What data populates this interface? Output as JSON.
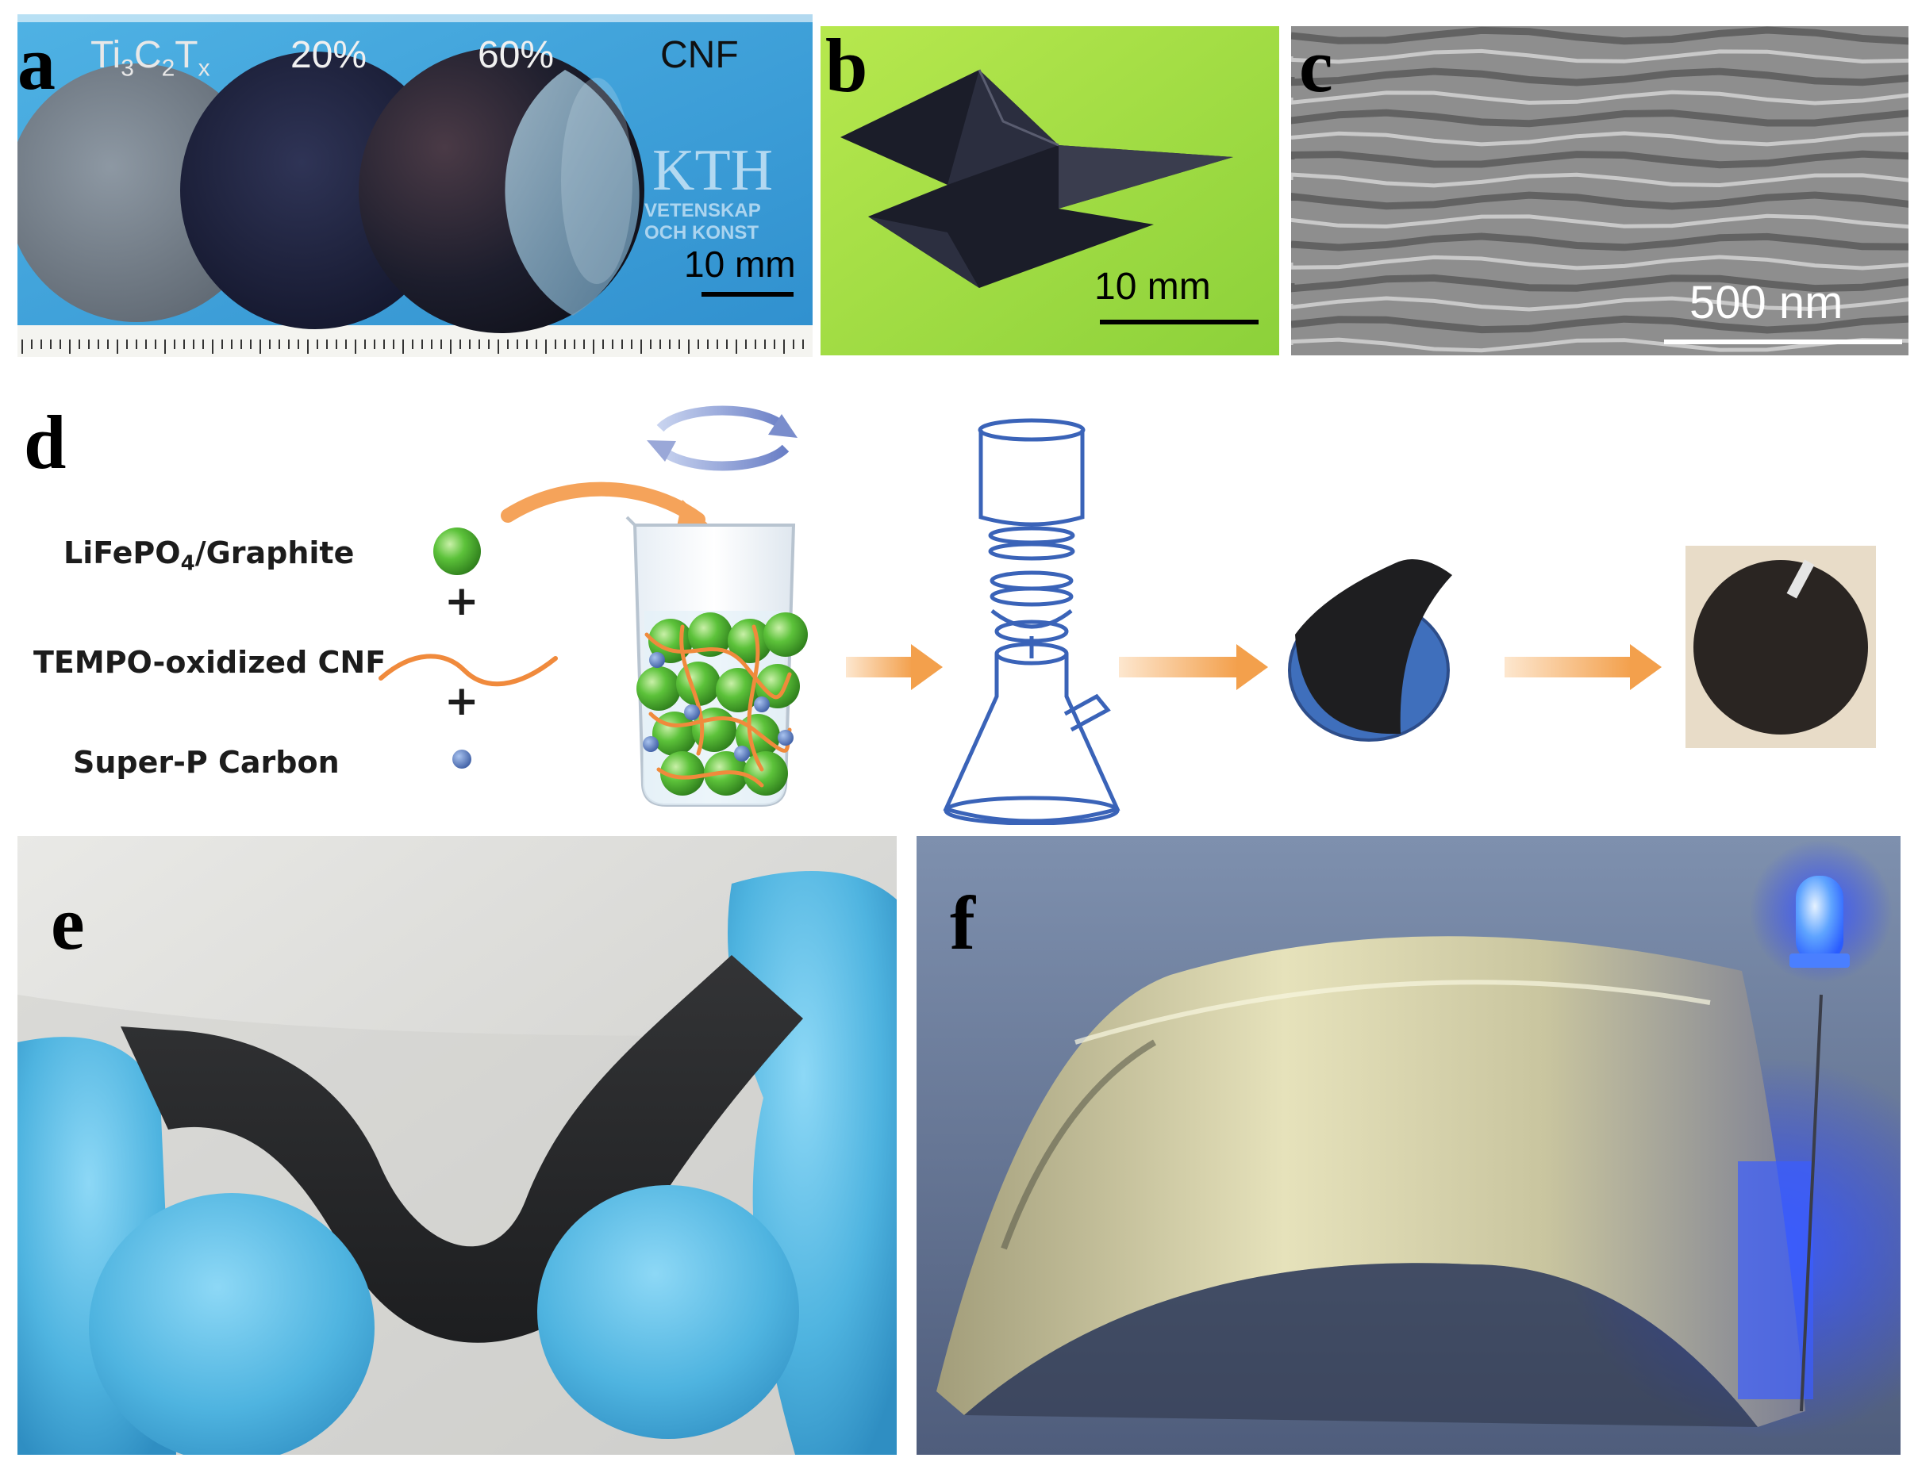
{
  "panels": {
    "a": {
      "label": "a",
      "disc_labels": {
        "sub_ti": "3",
        "sub_c": "2",
        "sub_t": "x",
        "p20": "20%",
        "p60": "60%",
        "cnf": "CNF"
      },
      "background_text": {
        "logo": "KTH",
        "line1": "VETENSKAP",
        "line2": "OCH KONST"
      },
      "scale": "10 mm"
    },
    "b": {
      "label": "b",
      "scale": "10 mm"
    },
    "c": {
      "label": "c",
      "scale": "500 nm"
    },
    "d": {
      "label": "d",
      "materials": {
        "lfp_prefix": "LiFePO",
        "lfp_sub": "4",
        "lfp_suffix": "/Graphite",
        "cnf": "TEMPO-oxidized CNF",
        "carbon": "Super-P Carbon",
        "plus": "+"
      }
    },
    "e": {
      "label": "e"
    },
    "f": {
      "label": "f"
    }
  },
  "colors": {
    "accent_orange": "#f4a050",
    "sphere_green": "#4cae2c",
    "carbon_blue": "#5a7fbf",
    "filter_blue": "#3a63b8",
    "glove_blue": "#4fb4e0",
    "led_blue": "#2a5cff"
  }
}
